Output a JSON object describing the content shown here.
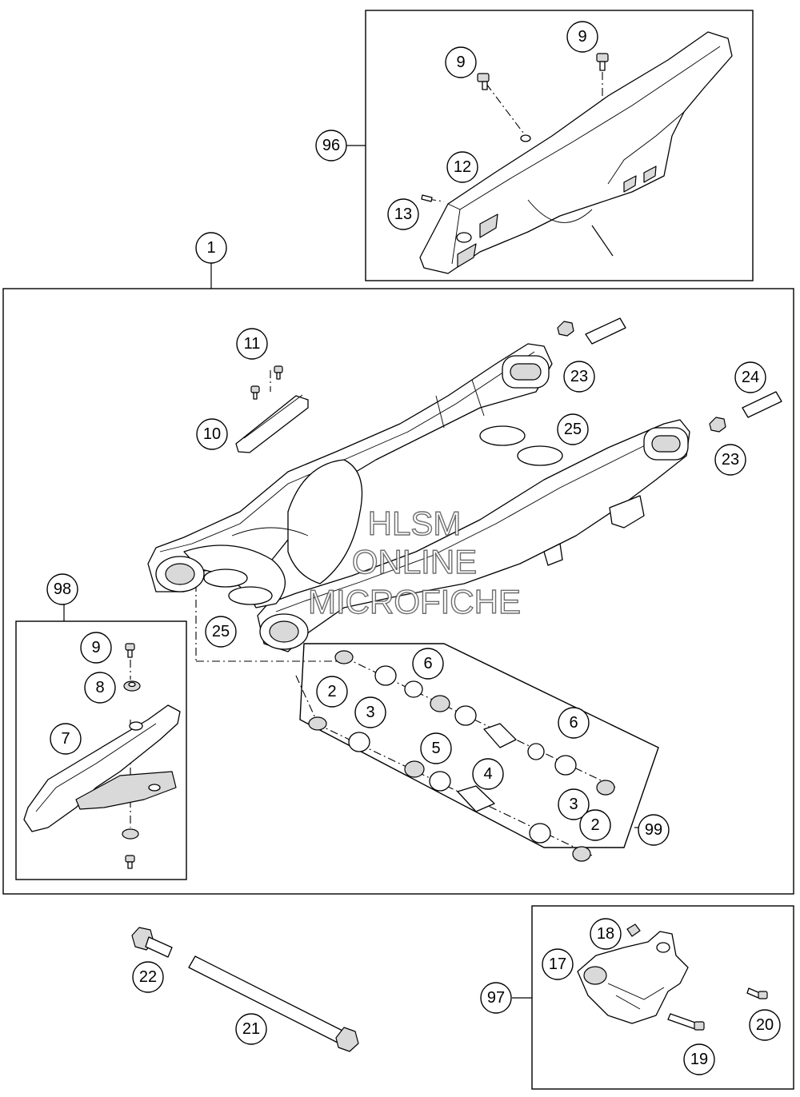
{
  "diagram": {
    "watermark": [
      "HLSM",
      "ONLINE",
      "MICROFICHE"
    ],
    "callouts": {
      "c1": "1",
      "c96": "96",
      "c9a": "9",
      "c9b": "9",
      "c12": "12",
      "c13": "13",
      "c11": "11",
      "c10": "10",
      "c23a": "23",
      "c24": "24",
      "c25a": "25",
      "c23b": "23",
      "c98": "98",
      "c25b": "25",
      "c9c": "9",
      "c8": "8",
      "c7": "7",
      "c6a": "6",
      "c2a": "2",
      "c3a": "3",
      "c6b": "6",
      "c5": "5",
      "c4": "4",
      "c3b": "3",
      "c2b": "2",
      "c99": "99",
      "c22": "22",
      "c21": "21",
      "c18": "18",
      "c17": "17",
      "c97": "97",
      "c20": "20",
      "c19": "19"
    }
  }
}
